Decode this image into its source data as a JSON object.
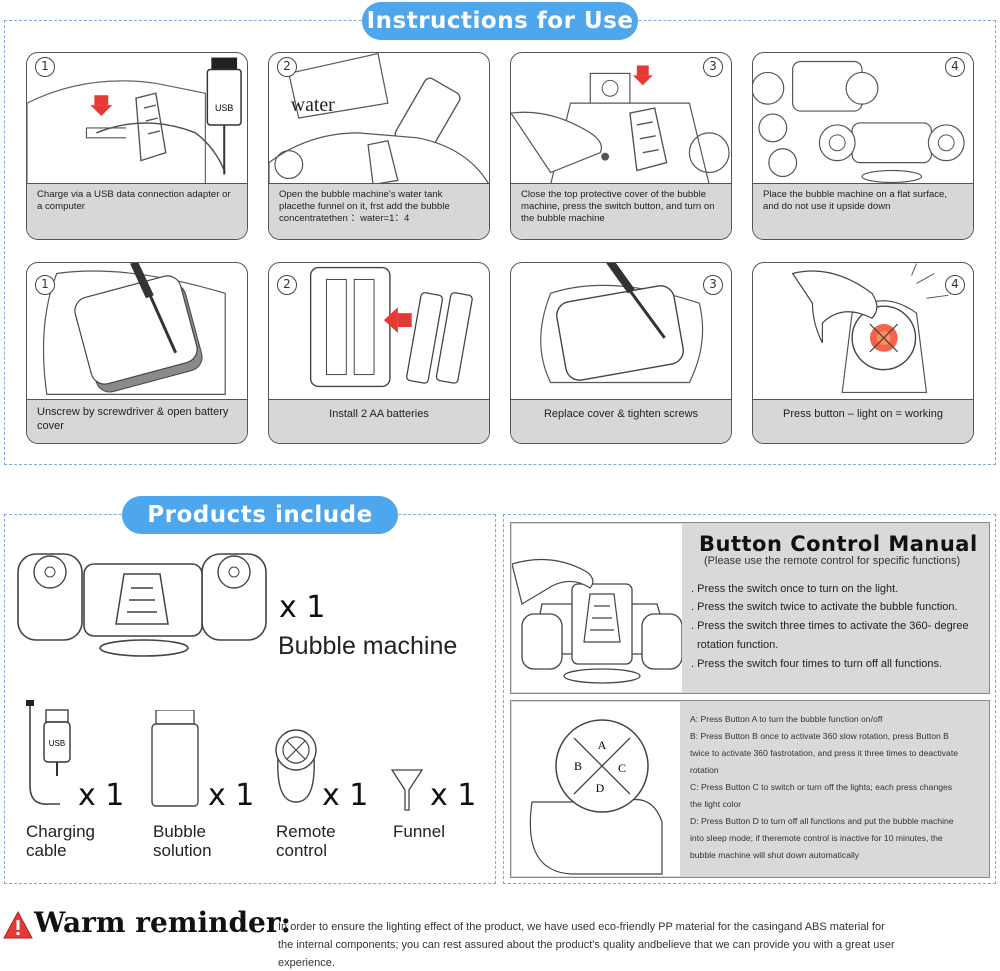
{
  "instructions": {
    "title": "Instructions for Use",
    "cards_top": [
      {
        "num": "1",
        "caption": "Charge via a USB data connection adapter or a computer",
        "art_text": "USB"
      },
      {
        "num": "2",
        "caption": "Open the bubble machine's water tank placethe funnel on it, frst add the bubble concentratethen ：water=1：4",
        "art_text": "water"
      },
      {
        "num": "3",
        "caption": "Close the top protective cover of the bubble machine, press the switch button, and turn on the bubble machine"
      },
      {
        "num": "4",
        "caption": "Place the bubble machine on a flat surface, and do not use it upside down"
      }
    ],
    "cards_bottom": [
      {
        "num": "1",
        "caption": "Unscrew by screwdriver & open battery cover"
      },
      {
        "num": "2",
        "caption": "Install 2 AA batteries"
      },
      {
        "num": "3",
        "caption": "Replace cover & tighten screws"
      },
      {
        "num": "4",
        "caption": "Press button – light on = working"
      }
    ]
  },
  "products": {
    "title": "Products include",
    "main": {
      "qty": "x 1",
      "name": "Bubble machine"
    },
    "items": [
      {
        "qty": "x 1",
        "name_line1": "Charging",
        "name_line2": "cable",
        "icon": "usb-cable-icon",
        "art_text": "USB"
      },
      {
        "qty": "x 1",
        "name_line1": "Bubble",
        "name_line2": "solution",
        "icon": "bottle-icon"
      },
      {
        "qty": "x 1",
        "name_line1": "Remote",
        "name_line2": "control",
        "icon": "remote-icon"
      },
      {
        "qty": "x 1",
        "name_line1": "Funnel",
        "name_line2": "",
        "icon": "funnel-icon"
      }
    ]
  },
  "button_manual": {
    "title": "Button Control Manual",
    "subtitle": "(Please use the remote control for specific functions)",
    "steps": [
      ". Press the switch once to turn on the light.",
      ". Press the switch twice to activate the bubble function.",
      ". Press the switch three times to activate the 360- degree",
      "rotation function.",
      ". Press the switch four times to turn off all functions."
    ],
    "remote_letters": [
      "A",
      "B",
      "C",
      "D"
    ],
    "buttons": [
      "A: Press Button A to turn the bubble function on/off",
      "B: Press Button B once to activate 360 slow rotation, press Button B",
      "twice to activate 360 fastrotation, and press it three times to deactivate",
      "rotation",
      "C: Press Button C to switch or turn off the lights; each press changes",
      "the light color",
      "D: Press Button D to turn off all functions and put the bubble machine",
      "into sleep mode; if theremote control is inactive for 10 minutes, the",
      "bubble machine will shut down automatically"
    ]
  },
  "reminder": {
    "title": "Warm reminder:",
    "lines": [
      "In order to ensure the lighting effect of the product, we have used eco-friendly PP material for the casingand ABS material for",
      "the internal components; you can rest assured about the product's quality andbelieve that we can provide you with a great user",
      "experience."
    ]
  },
  "colors": {
    "accent": "#4ea6ec",
    "dashed_border": "#7fa9d6",
    "caption_bg": "#d7d7d7",
    "warning": "#e53935",
    "highlight": "#f04a2a"
  }
}
